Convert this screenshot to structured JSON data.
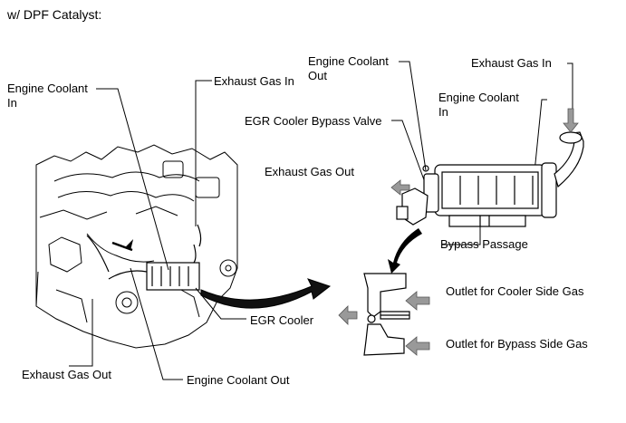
{
  "title": "w/ DPF Catalyst:",
  "labels": {
    "engine_coolant_in_left": "Engine Coolant\nIn",
    "exhaust_gas_in_center": "Exhaust Gas In",
    "exhaust_gas_out_left": "Exhaust Gas Out",
    "engine_coolant_out_bottom": "Engine Coolant Out",
    "egr_cooler": "EGR Cooler",
    "engine_coolant_out_top": "Engine Coolant\nOut",
    "exhaust_gas_in_right": "Exhaust Gas In",
    "engine_coolant_in_right": "Engine Coolant\nIn",
    "egr_cooler_bypass_valve": "EGR Cooler Bypass Valve",
    "exhaust_gas_out_right": "Exhaust Gas Out",
    "bypass_passage": "Bypass Passage",
    "outlet_cooler_side": "Outlet for Cooler Side Gas",
    "outlet_bypass_side": "Outlet for Bypass Side Gas"
  }
}
